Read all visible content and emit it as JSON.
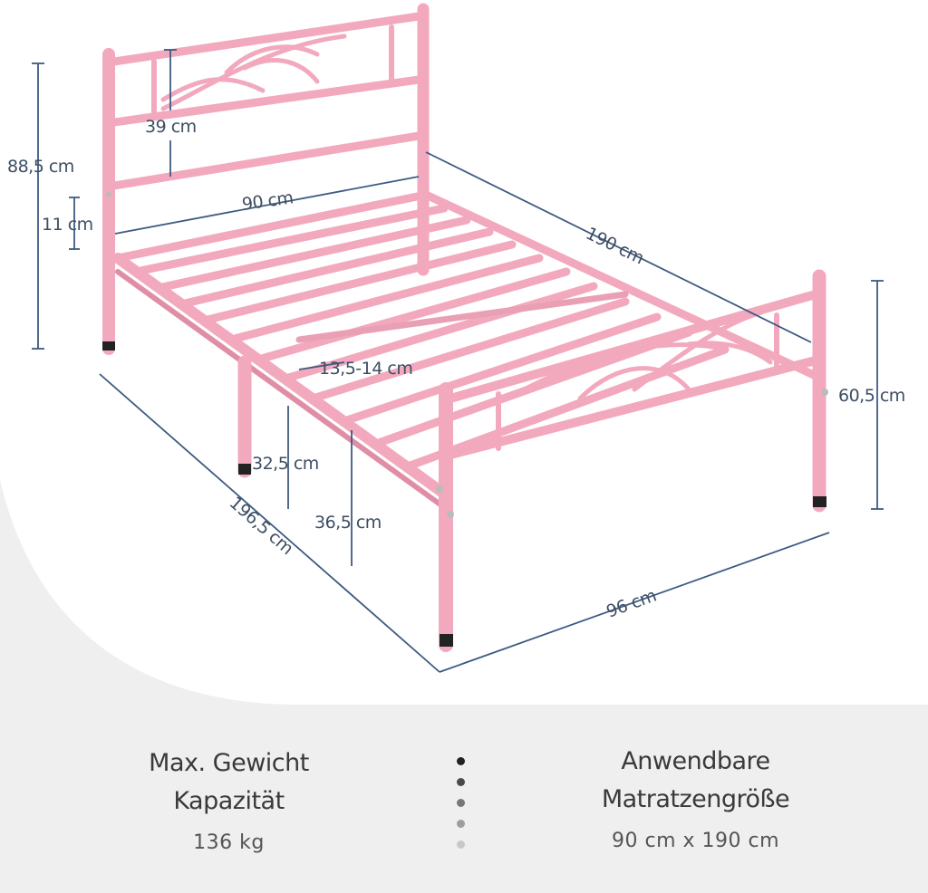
{
  "dimensions": {
    "headboard_panel": "39 cm",
    "total_height": "88,5 cm",
    "gap_height": "11 cm",
    "inner_width": "90 cm",
    "inner_length": "190 cm",
    "slat_spacing": "13,5-14 cm",
    "underbed_clearance": "32,5 cm",
    "frame_height": "36,5 cm",
    "footboard_height": "60,5 cm",
    "outer_length": "196,5 cm",
    "outer_width": "96 cm"
  },
  "specs": {
    "weight_title_line1": "Max. Gewicht",
    "weight_title_line2": "Kapazität",
    "weight_value": "136 kg",
    "mattress_title_line1": "Anwendbare",
    "mattress_title_line2": "Matratzengröße",
    "mattress_value": "90 cm x 190 cm"
  },
  "colors": {
    "frame_pink": "#f2a9bd",
    "frame_shadow": "#df8ea6",
    "dimension_lines": "#3e5a82",
    "background_grey": "#efefef",
    "bullet_dots": [
      "#222222",
      "#4a4a4a",
      "#777777",
      "#9e9e9e",
      "#c8c8c8"
    ]
  }
}
